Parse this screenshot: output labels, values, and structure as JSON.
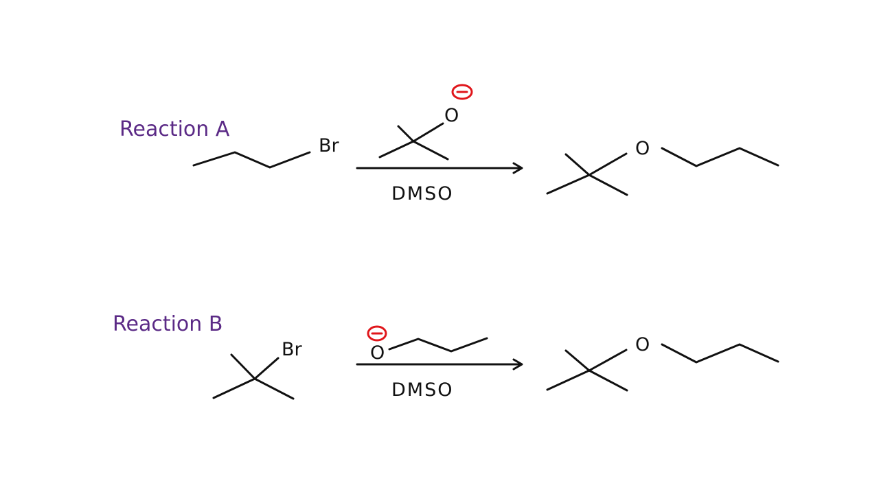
{
  "reactions": [
    {
      "title": "Reaction A",
      "reactant_halogen": "Br",
      "reagent_oxygen": "O",
      "solvent": "DMSO",
      "product_oxygen": "O",
      "charge_color": "#e0161b"
    },
    {
      "title": "Reaction B",
      "reactant_halogen": "Br",
      "reagent_oxygen": "O",
      "solvent": "DMSO",
      "product_oxygen": "O",
      "charge_color": "#e0161b"
    }
  ],
  "colors": {
    "title": "#5b2a86",
    "ink": "#111111",
    "negative_charge": "#e0161b",
    "background": "#ffffff"
  }
}
